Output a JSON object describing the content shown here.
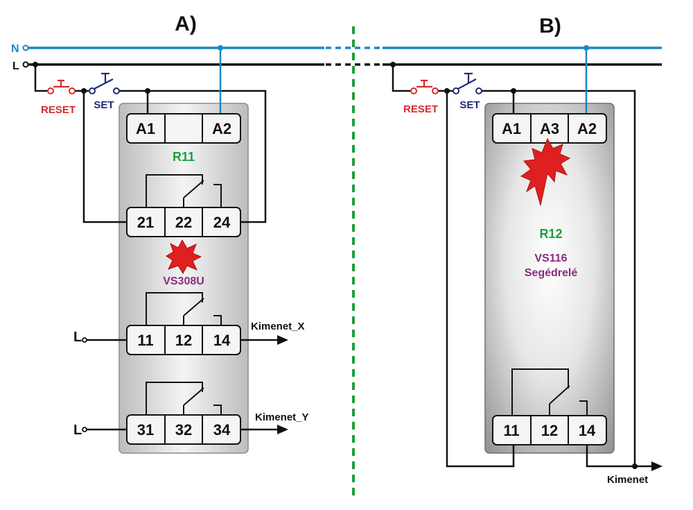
{
  "panels": {
    "a": {
      "title": "A)",
      "relay_name": "R11",
      "relay_model": "VS308U",
      "terminals_top": [
        "A1",
        "",
        "A2"
      ],
      "row_21": [
        "21",
        "22",
        "24"
      ],
      "row_11": [
        "11",
        "12",
        "14"
      ],
      "row_31": [
        "31",
        "32",
        "34"
      ],
      "output_x": "Kimenet_X",
      "output_y": "Kimenet_Y",
      "input_l": "L"
    },
    "b": {
      "title": "B)",
      "relay_name": "R12",
      "relay_model": "VS116",
      "relay_desc": "Segédrelé",
      "terminals_top": [
        "A1",
        "A3",
        "A2"
      ],
      "row_11": [
        "11",
        "12",
        "14"
      ],
      "output": "Kimenet"
    }
  },
  "rails": {
    "n": "N",
    "l": "L"
  },
  "buttons": {
    "reset": "RESET",
    "set": "SET"
  },
  "colors": {
    "n_rail": "#1a86c8",
    "l_rail": "#111111",
    "reset": "#d42b2b",
    "set": "#1e2a78",
    "divider": "#1f9e3a",
    "relay_name": "#1e9e3a",
    "model": "#8a2b7b",
    "spark": "#e02020"
  }
}
